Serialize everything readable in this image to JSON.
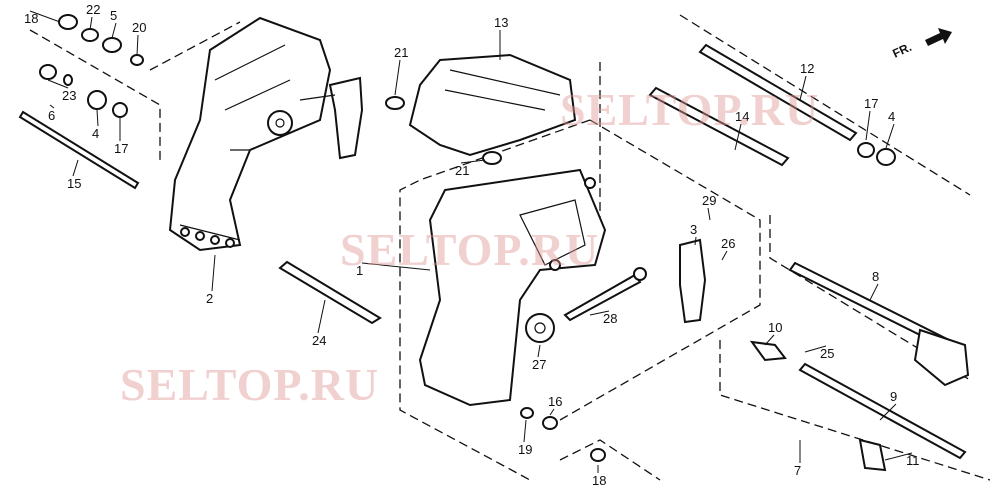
{
  "diagram": {
    "callouts": [
      "18",
      "22",
      "5",
      "20",
      "23",
      "6",
      "4",
      "17",
      "15",
      "2",
      "24",
      "21",
      "13",
      "21",
      "12",
      "17",
      "4",
      "14",
      "29",
      "3",
      "26",
      "1",
      "8",
      "28",
      "27",
      "10",
      "25",
      "9",
      "16",
      "19",
      "7",
      "11",
      "18"
    ],
    "direction_label": "FR.",
    "watermark": "SELTOP.RU"
  }
}
